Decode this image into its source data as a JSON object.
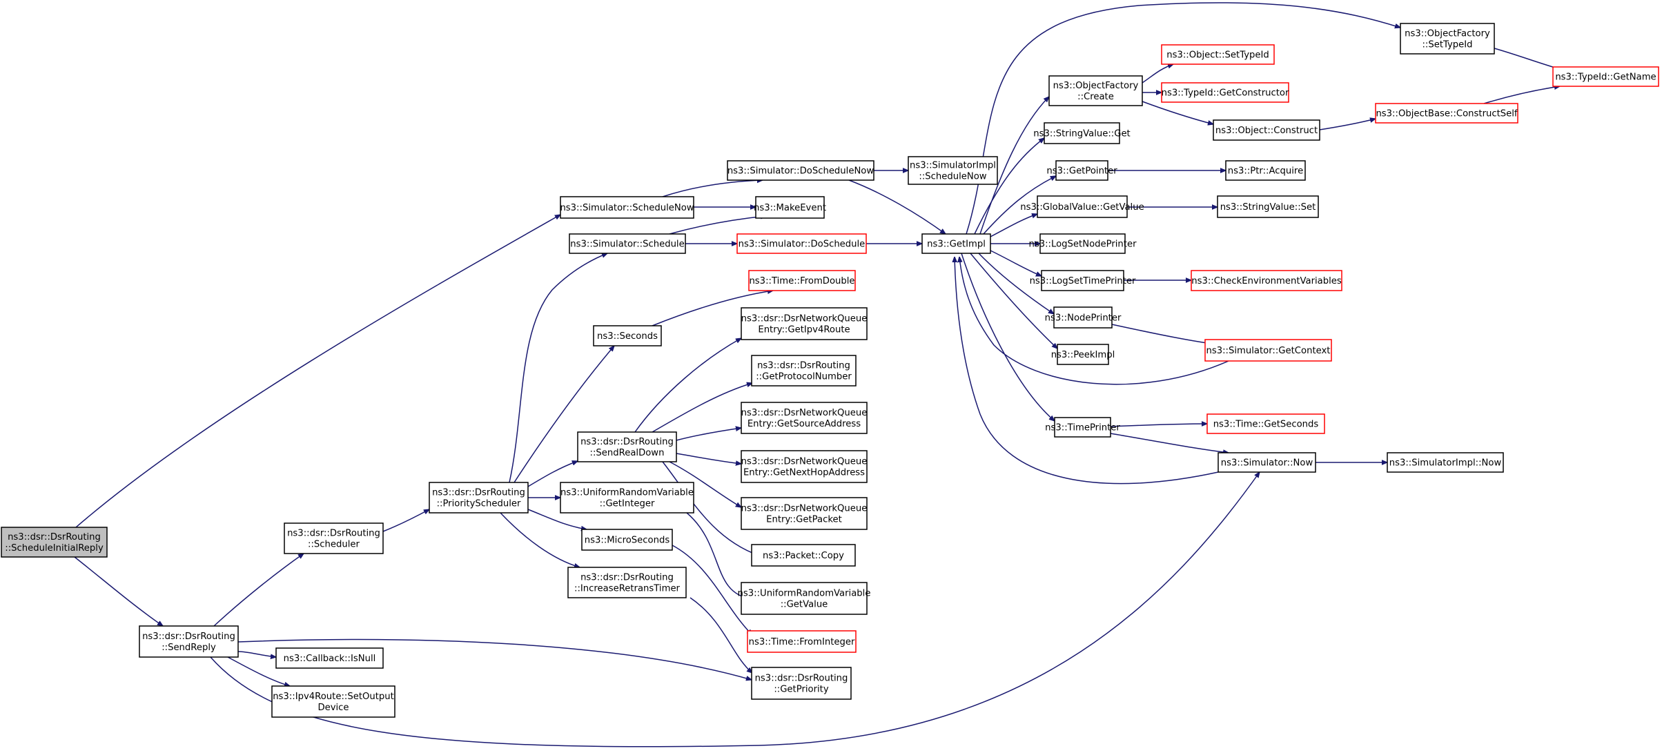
{
  "colors": {
    "edge": "#191970",
    "normal_border": "#000000",
    "truncated_border": "#ff0000",
    "root_fill": "#bfbfbf",
    "node_fill": "#ffffff"
  },
  "nodes": [
    {
      "id": "n0",
      "lines": [
        "ns3::dsr::DsrRouting",
        "::ScheduleInitialReply"
      ],
      "style": "root"
    },
    {
      "id": "n1",
      "lines": [
        "ns3::Simulator::ScheduleNow"
      ],
      "style": "normal"
    },
    {
      "id": "n2",
      "lines": [
        "ns3::Simulator::DoScheduleNow"
      ],
      "style": "normal"
    },
    {
      "id": "n3",
      "lines": [
        "ns3::SimulatorImpl",
        "::ScheduleNow"
      ],
      "style": "normal"
    },
    {
      "id": "n4",
      "lines": [
        "ns3::GetImpl"
      ],
      "style": "normal"
    },
    {
      "id": "n5",
      "lines": [
        "ns3::ObjectFactory",
        "::Create"
      ],
      "style": "normal"
    },
    {
      "id": "n6",
      "lines": [
        "ns3::Object::SetTypeId"
      ],
      "style": "truncated"
    },
    {
      "id": "n7",
      "lines": [
        "ns3::TypeId::GetConstructor"
      ],
      "style": "truncated"
    },
    {
      "id": "n8",
      "lines": [
        "ns3::Object::Construct"
      ],
      "style": "normal"
    },
    {
      "id": "n9",
      "lines": [
        "ns3::ObjectBase::ConstructSelf"
      ],
      "style": "truncated"
    },
    {
      "id": "n10",
      "lines": [
        "ns3::TypeId::GetName"
      ],
      "style": "truncated"
    },
    {
      "id": "n11",
      "lines": [
        "ns3::ObjectFactory",
        "::SetTypeId"
      ],
      "style": "normal"
    },
    {
      "id": "n12",
      "lines": [
        "ns3::StringValue::Get"
      ],
      "style": "normal"
    },
    {
      "id": "n13",
      "lines": [
        "ns3::GetPointer"
      ],
      "style": "normal"
    },
    {
      "id": "n14",
      "lines": [
        "ns3::Ptr::Acquire"
      ],
      "style": "normal"
    },
    {
      "id": "n15",
      "lines": [
        "ns3::GlobalValue::GetValue"
      ],
      "style": "normal"
    },
    {
      "id": "n16",
      "lines": [
        "ns3::StringValue::Set"
      ],
      "style": "normal"
    },
    {
      "id": "n17",
      "lines": [
        "ns3::LogSetNodePrinter"
      ],
      "style": "normal"
    },
    {
      "id": "n18",
      "lines": [
        "ns3::LogSetTimePrinter"
      ],
      "style": "normal"
    },
    {
      "id": "n19",
      "lines": [
        "ns3::CheckEnvironmentVariables"
      ],
      "style": "truncated"
    },
    {
      "id": "n20",
      "lines": [
        "ns3::NodePrinter"
      ],
      "style": "normal"
    },
    {
      "id": "n21",
      "lines": [
        "ns3::Simulator::GetContext"
      ],
      "style": "truncated"
    },
    {
      "id": "n22",
      "lines": [
        "ns3::PeekImpl"
      ],
      "style": "normal"
    },
    {
      "id": "n23",
      "lines": [
        "ns3::TimePrinter"
      ],
      "style": "normal"
    },
    {
      "id": "n24",
      "lines": [
        "ns3::Time::GetSeconds"
      ],
      "style": "truncated"
    },
    {
      "id": "n25",
      "lines": [
        "ns3::Simulator::Now"
      ],
      "style": "normal"
    },
    {
      "id": "n26",
      "lines": [
        "ns3::SimulatorImpl::Now"
      ],
      "style": "normal"
    },
    {
      "id": "n27",
      "lines": [
        "ns3::MakeEvent"
      ],
      "style": "normal"
    },
    {
      "id": "n28",
      "lines": [
        "ns3::Simulator::Schedule"
      ],
      "style": "normal"
    },
    {
      "id": "n29",
      "lines": [
        "ns3::Simulator::DoSchedule"
      ],
      "style": "truncated"
    },
    {
      "id": "n30",
      "lines": [
        "ns3::Time::FromDouble"
      ],
      "style": "truncated"
    },
    {
      "id": "n31",
      "lines": [
        "ns3::Seconds"
      ],
      "style": "normal"
    },
    {
      "id": "n32",
      "lines": [
        "ns3::dsr::DsrNetworkQueue",
        "Entry::GetIpv4Route"
      ],
      "style": "normal"
    },
    {
      "id": "n33",
      "lines": [
        "ns3::dsr::DsrRouting",
        "::GetProtocolNumber"
      ],
      "style": "normal"
    },
    {
      "id": "n34",
      "lines": [
        "ns3::dsr::DsrRouting",
        "::SendRealDown"
      ],
      "style": "normal"
    },
    {
      "id": "n35",
      "lines": [
        "ns3::dsr::DsrNetworkQueue",
        "Entry::GetSourceAddress"
      ],
      "style": "normal"
    },
    {
      "id": "n36",
      "lines": [
        "ns3::dsr::DsrNetworkQueue",
        "Entry::GetNextHopAddress"
      ],
      "style": "normal"
    },
    {
      "id": "n37",
      "lines": [
        "ns3::dsr::DsrNetworkQueue",
        "Entry::GetPacket"
      ],
      "style": "normal"
    },
    {
      "id": "n38",
      "lines": [
        "ns3::Packet::Copy"
      ],
      "style": "normal"
    },
    {
      "id": "n39",
      "lines": [
        "ns3::dsr::DsrRouting",
        "::PriorityScheduler"
      ],
      "style": "normal"
    },
    {
      "id": "n40",
      "lines": [
        "ns3::UniformRandomVariable",
        "::GetInteger"
      ],
      "style": "normal"
    },
    {
      "id": "n41",
      "lines": [
        "ns3::UniformRandomVariable",
        "::GetValue"
      ],
      "style": "normal"
    },
    {
      "id": "n42",
      "lines": [
        "ns3::MicroSeconds"
      ],
      "style": "normal"
    },
    {
      "id": "n43",
      "lines": [
        "ns3::Time::FromInteger"
      ],
      "style": "truncated"
    },
    {
      "id": "n44",
      "lines": [
        "ns3::dsr::DsrRouting",
        "::IncreaseRetransTimer"
      ],
      "style": "normal"
    },
    {
      "id": "n45",
      "lines": [
        "ns3::dsr::DsrRouting",
        "::GetPriority"
      ],
      "style": "normal"
    },
    {
      "id": "n46",
      "lines": [
        "ns3::dsr::DsrRouting",
        "::Scheduler"
      ],
      "style": "normal"
    },
    {
      "id": "n47",
      "lines": [
        "ns3::dsr::DsrRouting",
        "::SendReply"
      ],
      "style": "normal"
    },
    {
      "id": "n48",
      "lines": [
        "ns3::Callback::IsNull"
      ],
      "style": "normal"
    },
    {
      "id": "n49",
      "lines": [
        "ns3::Ipv4Route::SetOutput",
        "Device"
      ],
      "style": "normal"
    }
  ],
  "edges": [
    {
      "from": "n0",
      "to": "n1"
    },
    {
      "from": "n0",
      "to": "n47"
    },
    {
      "from": "n1",
      "to": "n2"
    },
    {
      "from": "n1",
      "to": "n27"
    },
    {
      "from": "n2",
      "to": "n3"
    },
    {
      "from": "n2",
      "to": "n4"
    },
    {
      "from": "n4",
      "to": "n5"
    },
    {
      "from": "n4",
      "to": "n11"
    },
    {
      "from": "n4",
      "to": "n12"
    },
    {
      "from": "n4",
      "to": "n13"
    },
    {
      "from": "n4",
      "to": "n15"
    },
    {
      "from": "n4",
      "to": "n17"
    },
    {
      "from": "n4",
      "to": "n18"
    },
    {
      "from": "n4",
      "to": "n20"
    },
    {
      "from": "n4",
      "to": "n22"
    },
    {
      "from": "n4",
      "to": "n23"
    },
    {
      "from": "n5",
      "to": "n6"
    },
    {
      "from": "n5",
      "to": "n7"
    },
    {
      "from": "n5",
      "to": "n8"
    },
    {
      "from": "n8",
      "to": "n9"
    },
    {
      "from": "n9",
      "to": "n10"
    },
    {
      "from": "n11",
      "to": "n10"
    },
    {
      "from": "n13",
      "to": "n14"
    },
    {
      "from": "n15",
      "to": "n16"
    },
    {
      "from": "n18",
      "to": "n19"
    },
    {
      "from": "n20",
      "to": "n21"
    },
    {
      "from": "n21",
      "to": "n4"
    },
    {
      "from": "n23",
      "to": "n24"
    },
    {
      "from": "n23",
      "to": "n25"
    },
    {
      "from": "n25",
      "to": "n4"
    },
    {
      "from": "n25",
      "to": "n26"
    },
    {
      "from": "n28",
      "to": "n27"
    },
    {
      "from": "n28",
      "to": "n29"
    },
    {
      "from": "n29",
      "to": "n4"
    },
    {
      "from": "n31",
      "to": "n30"
    },
    {
      "from": "n34",
      "to": "n32"
    },
    {
      "from": "n34",
      "to": "n33"
    },
    {
      "from": "n34",
      "to": "n35"
    },
    {
      "from": "n34",
      "to": "n36"
    },
    {
      "from": "n34",
      "to": "n37"
    },
    {
      "from": "n34",
      "to": "n38"
    },
    {
      "from": "n39",
      "to": "n28"
    },
    {
      "from": "n39",
      "to": "n31"
    },
    {
      "from": "n39",
      "to": "n34"
    },
    {
      "from": "n39",
      "to": "n40"
    },
    {
      "from": "n39",
      "to": "n42"
    },
    {
      "from": "n39",
      "to": "n44"
    },
    {
      "from": "n40",
      "to": "n41"
    },
    {
      "from": "n42",
      "to": "n43"
    },
    {
      "from": "n44",
      "to": "n45"
    },
    {
      "from": "n46",
      "to": "n39"
    },
    {
      "from": "n47",
      "to": "n46"
    },
    {
      "from": "n47",
      "to": "n48"
    },
    {
      "from": "n47",
      "to": "n49"
    },
    {
      "from": "n47",
      "to": "n45"
    },
    {
      "from": "n47",
      "to": "n25"
    }
  ]
}
